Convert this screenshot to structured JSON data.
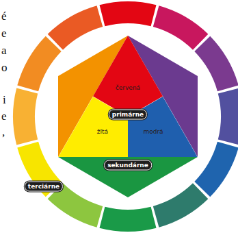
{
  "diagram": {
    "nodes": [
      {
        "text": [
          "červená"
        ]
      },
      {
        "text": [
          "žltá"
        ]
      },
      {
        "text": [
          "modrá"
        ]
      }
    ],
    "labels": [
      "é",
      "e",
      "a",
      "o",
      "i",
      "e",
      ",",
      "primárne",
      "sekundárne",
      "terciárne"
    ]
  }
}
